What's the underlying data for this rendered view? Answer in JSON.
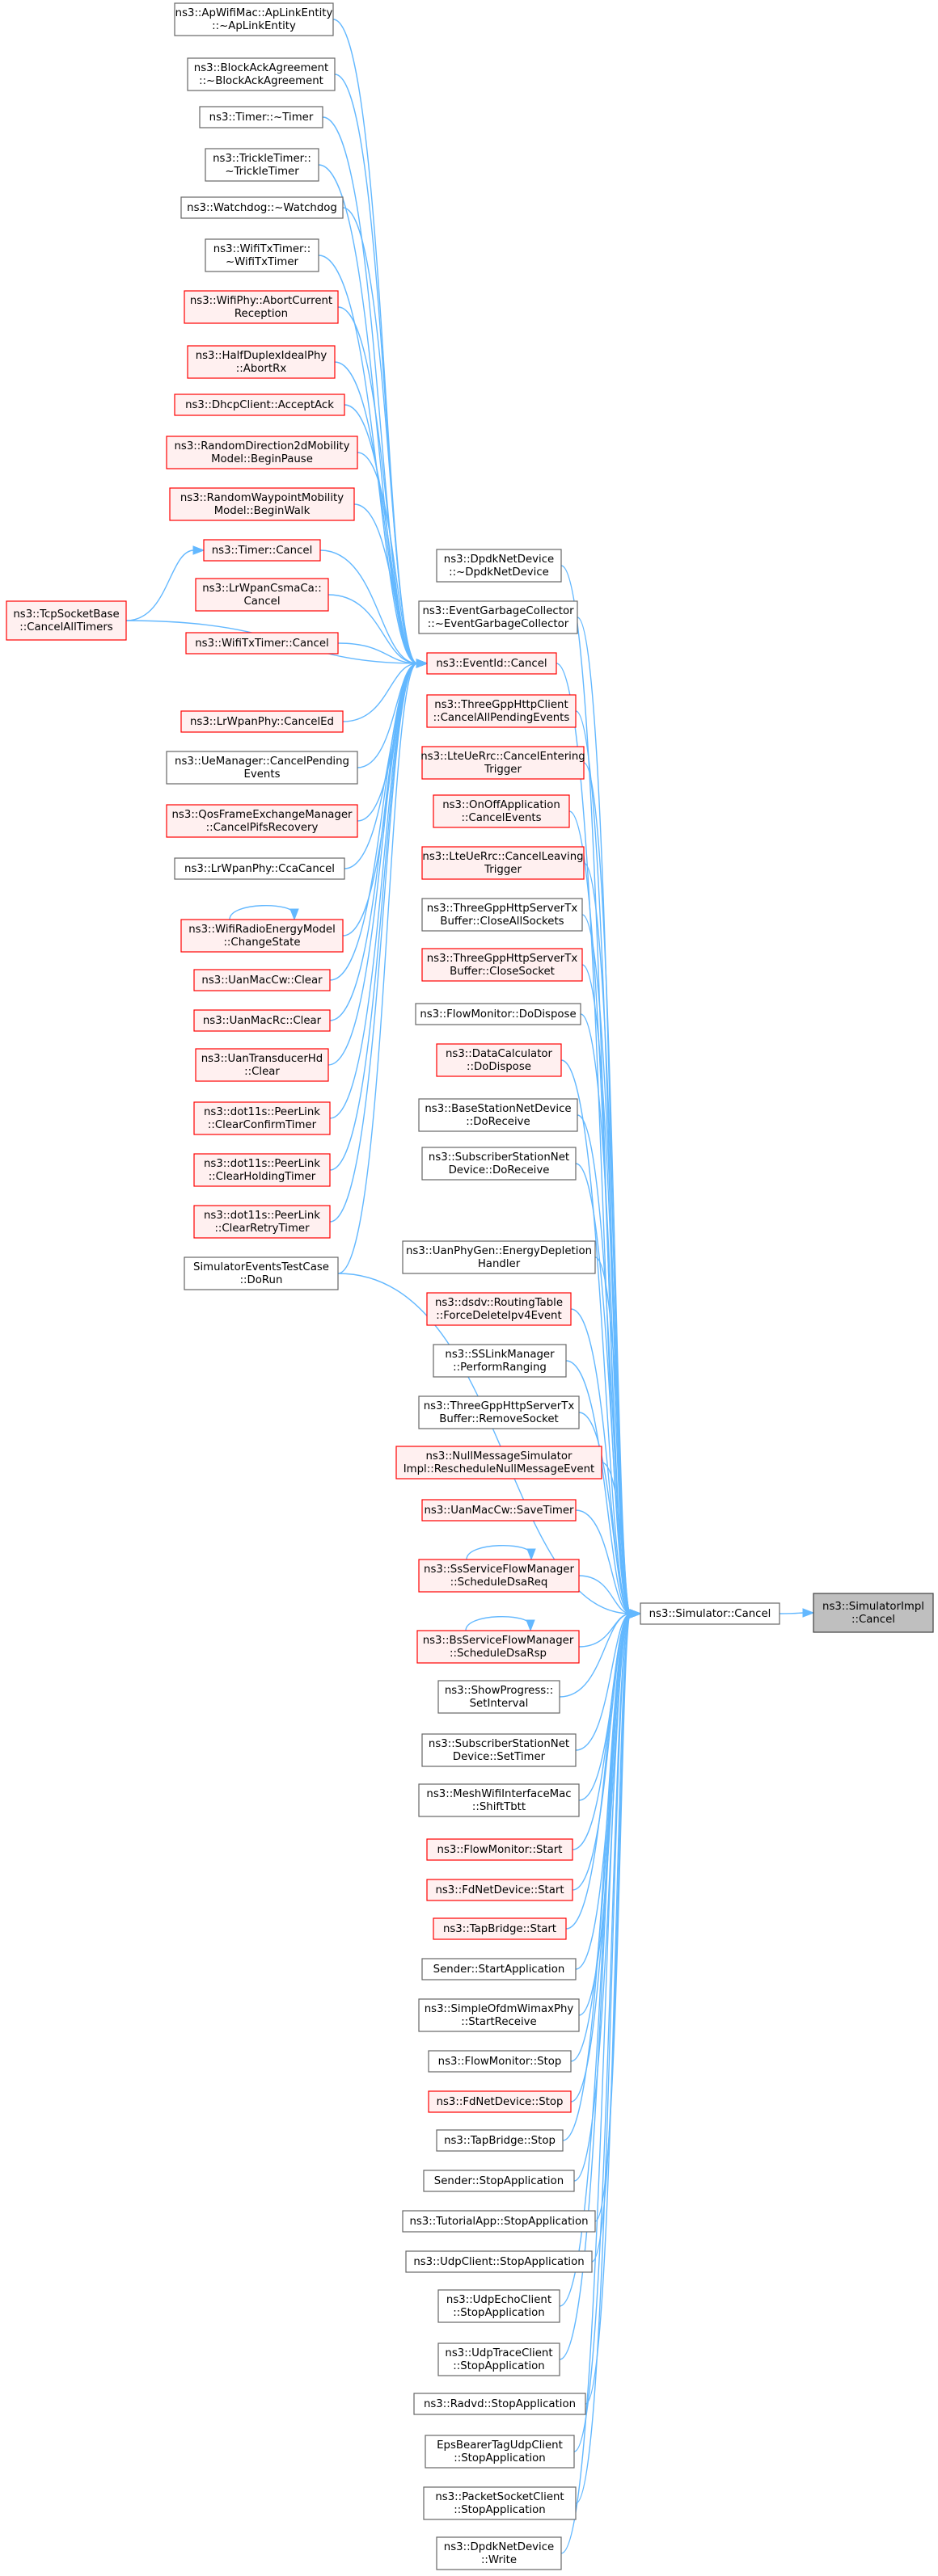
{
  "palette": {
    "edge": "#63b8ff",
    "node_fill": "#ffffff",
    "node_border": "#666666",
    "truncated_fill": "#fff0f0",
    "truncated_border": "#ff0000",
    "root_fill": "#bfbfbf",
    "root_border": "#404040"
  },
  "nodes": [
    {
      "id": "apwifimac",
      "lines": [
        "ns3::ApWifiMac::ApLinkEntity",
        "::~ApLinkEntity"
      ],
      "style": "normal"
    },
    {
      "id": "blockack",
      "lines": [
        "ns3::BlockAckAgreement",
        "::~BlockAckAgreement"
      ],
      "style": "normal"
    },
    {
      "id": "timer-dtor",
      "lines": [
        "ns3::Timer::~Timer"
      ],
      "style": "normal"
    },
    {
      "id": "trickle",
      "lines": [
        "ns3::TrickleTimer::",
        "~TrickleTimer"
      ],
      "style": "normal"
    },
    {
      "id": "watchdog",
      "lines": [
        "ns3::Watchdog::~Watchdog"
      ],
      "style": "normal"
    },
    {
      "id": "wifitxtimer-dtor",
      "lines": [
        "ns3::WifiTxTimer::",
        "~WifiTxTimer"
      ],
      "style": "normal"
    },
    {
      "id": "wifiphy-abort",
      "lines": [
        "ns3::WifiPhy::AbortCurrent",
        "Reception"
      ],
      "style": "truncated"
    },
    {
      "id": "halfduplex",
      "lines": [
        "ns3::HalfDuplexIdealPhy",
        "::AbortRx"
      ],
      "style": "truncated"
    },
    {
      "id": "dhcp",
      "lines": [
        "ns3::DhcpClient::AcceptAck"
      ],
      "style": "truncated"
    },
    {
      "id": "randomdir",
      "lines": [
        "ns3::RandomDirection2dMobility",
        "Model::BeginPause"
      ],
      "style": "truncated"
    },
    {
      "id": "randomway",
      "lines": [
        "ns3::RandomWaypointMobility",
        "Model::BeginWalk"
      ],
      "style": "truncated"
    },
    {
      "id": "timer-cancel",
      "lines": [
        "ns3::Timer::Cancel"
      ],
      "style": "truncated"
    },
    {
      "id": "tcpsocket",
      "lines": [
        "ns3::TcpSocketBase",
        "::CancelAllTimers"
      ],
      "style": "truncated"
    },
    {
      "id": "lrwpancsma",
      "lines": [
        "ns3::LrWpanCsmaCa::",
        "Cancel"
      ],
      "style": "truncated"
    },
    {
      "id": "wifitxtimer-cancel",
      "lines": [
        "ns3::WifiTxTimer::Cancel"
      ],
      "style": "truncated"
    },
    {
      "id": "lrwpanphy-ed",
      "lines": [
        "ns3::LrWpanPhy::CancelEd"
      ],
      "style": "truncated"
    },
    {
      "id": "uemanager",
      "lines": [
        "ns3::UeManager::CancelPending",
        "Events"
      ],
      "style": "normal"
    },
    {
      "id": "qosframe",
      "lines": [
        "ns3::QosFrameExchangeManager",
        "::CancelPifsRecovery"
      ],
      "style": "truncated"
    },
    {
      "id": "lrwpanphy-cca",
      "lines": [
        "ns3::LrWpanPhy::CcaCancel"
      ],
      "style": "normal"
    },
    {
      "id": "wifiradio",
      "lines": [
        "ns3::WifiRadioEnergyModel",
        "::ChangeState"
      ],
      "style": "truncated"
    },
    {
      "id": "uanmaccw-clear",
      "lines": [
        "ns3::UanMacCw::Clear"
      ],
      "style": "truncated"
    },
    {
      "id": "uanmacrc-clear",
      "lines": [
        "ns3::UanMacRc::Clear"
      ],
      "style": "truncated"
    },
    {
      "id": "uantransducer",
      "lines": [
        "ns3::UanTransducerHd",
        "::Clear"
      ],
      "style": "truncated"
    },
    {
      "id": "peerlink-confirm",
      "lines": [
        "ns3::dot11s::PeerLink",
        "::ClearConfirmTimer"
      ],
      "style": "truncated"
    },
    {
      "id": "peerlink-holding",
      "lines": [
        "ns3::dot11s::PeerLink",
        "::ClearHoldingTimer"
      ],
      "style": "truncated"
    },
    {
      "id": "peerlink-retry",
      "lines": [
        "ns3::dot11s::PeerLink",
        "::ClearRetryTimer"
      ],
      "style": "truncated"
    },
    {
      "id": "simevents",
      "lines": [
        "SimulatorEventsTestCase",
        "::DoRun"
      ],
      "style": "normal"
    },
    {
      "id": "eventid-cancel",
      "lines": [
        "ns3::EventId::Cancel"
      ],
      "style": "truncated"
    },
    {
      "id": "dpdk-dtor",
      "lines": [
        "ns3::DpdkNetDevice",
        "::~DpdkNetDevice"
      ],
      "style": "normal"
    },
    {
      "id": "eventgc",
      "lines": [
        "ns3::EventGarbageCollector",
        "::~EventGarbageCollector"
      ],
      "style": "normal"
    },
    {
      "id": "threegpp-client",
      "lines": [
        "ns3::ThreeGppHttpClient",
        "::CancelAllPendingEvents"
      ],
      "style": "truncated"
    },
    {
      "id": "lteuerrc-enter",
      "lines": [
        "ns3::LteUeRrc::CancelEntering",
        "Trigger"
      ],
      "style": "truncated"
    },
    {
      "id": "onoff",
      "lines": [
        "ns3::OnOffApplication",
        "::CancelEvents"
      ],
      "style": "truncated"
    },
    {
      "id": "lteuerrc-leave",
      "lines": [
        "ns3::LteUeRrc::CancelLeaving",
        "Trigger"
      ],
      "style": "truncated"
    },
    {
      "id": "threegpp-closeall",
      "lines": [
        "ns3::ThreeGppHttpServerTx",
        "Buffer::CloseAllSockets"
      ],
      "style": "normal"
    },
    {
      "id": "threegpp-close",
      "lines": [
        "ns3::ThreeGppHttpServerTx",
        "Buffer::CloseSocket"
      ],
      "style": "truncated"
    },
    {
      "id": "flowmon-dispose",
      "lines": [
        "ns3::FlowMonitor::DoDispose"
      ],
      "style": "normal"
    },
    {
      "id": "datacalc",
      "lines": [
        "ns3::DataCalculator",
        "::DoDispose"
      ],
      "style": "truncated"
    },
    {
      "id": "basestation",
      "lines": [
        "ns3::BaseStationNetDevice",
        "::DoReceive"
      ],
      "style": "normal"
    },
    {
      "id": "subscriber-recv",
      "lines": [
        "ns3::SubscriberStationNet",
        "Device::DoReceive"
      ],
      "style": "normal"
    },
    {
      "id": "uanphygen",
      "lines": [
        "ns3::UanPhyGen::EnergyDepletion",
        "Handler"
      ],
      "style": "normal"
    },
    {
      "id": "dsdv",
      "lines": [
        "ns3::dsdv::RoutingTable",
        "::ForceDeleteIpv4Event"
      ],
      "style": "truncated"
    },
    {
      "id": "sslink",
      "lines": [
        "ns3::SSLinkManager",
        "::PerformRanging"
      ],
      "style": "normal"
    },
    {
      "id": "threegpp-remove",
      "lines": [
        "ns3::ThreeGppHttpServerTx",
        "Buffer::RemoveSocket"
      ],
      "style": "normal"
    },
    {
      "id": "nullmsg",
      "lines": [
        "ns3::NullMessageSimulator",
        "Impl::RescheduleNullMessageEvent"
      ],
      "style": "truncated"
    },
    {
      "id": "uanmaccw-save",
      "lines": [
        "ns3::UanMacCw::SaveTimer"
      ],
      "style": "truncated"
    },
    {
      "id": "ssservice",
      "lines": [
        "ns3::SsServiceFlowManager",
        "::ScheduleDsaReq"
      ],
      "style": "truncated"
    },
    {
      "id": "bsservice",
      "lines": [
        "ns3::BsServiceFlowManager",
        "::ScheduleDsaRsp"
      ],
      "style": "truncated"
    },
    {
      "id": "showprogress",
      "lines": [
        "ns3::ShowProgress::",
        "SetInterval"
      ],
      "style": "normal"
    },
    {
      "id": "subscriber-timer",
      "lines": [
        "ns3::SubscriberStationNet",
        "Device::SetTimer"
      ],
      "style": "normal"
    },
    {
      "id": "meshwifi",
      "lines": [
        "ns3::MeshWifiInterfaceMac",
        "::ShiftTbtt"
      ],
      "style": "normal"
    },
    {
      "id": "flowmon-start",
      "lines": [
        "ns3::FlowMonitor::Start"
      ],
      "style": "truncated"
    },
    {
      "id": "fdnet-start",
      "lines": [
        "ns3::FdNetDevice::Start"
      ],
      "style": "truncated"
    },
    {
      "id": "tapbridge-start",
      "lines": [
        "ns3::TapBridge::Start"
      ],
      "style": "truncated"
    },
    {
      "id": "sender-start",
      "lines": [
        "Sender::StartApplication"
      ],
      "style": "normal"
    },
    {
      "id": "simpleofdm",
      "lines": [
        "ns3::SimpleOfdmWimaxPhy",
        "::StartReceive"
      ],
      "style": "normal"
    },
    {
      "id": "flowmon-stop",
      "lines": [
        "ns3::FlowMonitor::Stop"
      ],
      "style": "normal"
    },
    {
      "id": "fdnet-stop",
      "lines": [
        "ns3::FdNetDevice::Stop"
      ],
      "style": "truncated"
    },
    {
      "id": "tapbridge-stop",
      "lines": [
        "ns3::TapBridge::Stop"
      ],
      "style": "normal"
    },
    {
      "id": "sender-stop",
      "lines": [
        "Sender::StopApplication"
      ],
      "style": "normal"
    },
    {
      "id": "tutorialapp",
      "lines": [
        "ns3::TutorialApp::StopApplication"
      ],
      "style": "normal"
    },
    {
      "id": "udpclient",
      "lines": [
        "ns3::UdpClient::StopApplication"
      ],
      "style": "normal"
    },
    {
      "id": "udpecho",
      "lines": [
        "ns3::UdpEchoClient",
        "::StopApplication"
      ],
      "style": "normal"
    },
    {
      "id": "udptrace",
      "lines": [
        "ns3::UdpTraceClient",
        "::StopApplication"
      ],
      "style": "normal"
    },
    {
      "id": "radvd",
      "lines": [
        "ns3::Radvd::StopApplication"
      ],
      "style": "normal"
    },
    {
      "id": "epsbearer",
      "lines": [
        "EpsBearerTagUdpClient",
        "::StopApplication"
      ],
      "style": "normal"
    },
    {
      "id": "packetsocket",
      "lines": [
        "ns3::PacketSocketClient",
        "::StopApplication"
      ],
      "style": "normal"
    },
    {
      "id": "dpdk-write",
      "lines": [
        "ns3::DpdkNetDevice",
        "::Write"
      ],
      "style": "normal"
    },
    {
      "id": "simulator-cancel",
      "lines": [
        "ns3::Simulator::Cancel"
      ],
      "style": "normal"
    },
    {
      "id": "simulatorimpl-cancel",
      "lines": [
        "ns3::SimulatorImpl",
        "::Cancel"
      ],
      "style": "root"
    }
  ],
  "edges": [
    [
      "simulator-cancel",
      "simulatorimpl-cancel"
    ],
    [
      "eventid-cancel",
      "simulator-cancel"
    ],
    [
      "apwifimac",
      "eventid-cancel"
    ],
    [
      "blockack",
      "eventid-cancel"
    ],
    [
      "timer-dtor",
      "eventid-cancel"
    ],
    [
      "trickle",
      "eventid-cancel"
    ],
    [
      "watchdog",
      "eventid-cancel"
    ],
    [
      "wifitxtimer-dtor",
      "eventid-cancel"
    ],
    [
      "wifiphy-abort",
      "eventid-cancel"
    ],
    [
      "halfduplex",
      "eventid-cancel"
    ],
    [
      "dhcp",
      "eventid-cancel"
    ],
    [
      "randomdir",
      "eventid-cancel"
    ],
    [
      "randomway",
      "eventid-cancel"
    ],
    [
      "timer-cancel",
      "eventid-cancel"
    ],
    [
      "tcpsocket",
      "timer-cancel"
    ],
    [
      "tcpsocket",
      "eventid-cancel"
    ],
    [
      "lrwpancsma",
      "eventid-cancel"
    ],
    [
      "wifitxtimer-cancel",
      "eventid-cancel"
    ],
    [
      "lrwpanphy-ed",
      "eventid-cancel"
    ],
    [
      "uemanager",
      "eventid-cancel"
    ],
    [
      "qosframe",
      "eventid-cancel"
    ],
    [
      "lrwpanphy-cca",
      "eventid-cancel"
    ],
    [
      "wifiradio",
      "wifiradio"
    ],
    [
      "wifiradio",
      "eventid-cancel"
    ],
    [
      "uanmaccw-clear",
      "eventid-cancel"
    ],
    [
      "uanmacrc-clear",
      "eventid-cancel"
    ],
    [
      "uantransducer",
      "eventid-cancel"
    ],
    [
      "peerlink-confirm",
      "eventid-cancel"
    ],
    [
      "peerlink-holding",
      "eventid-cancel"
    ],
    [
      "peerlink-retry",
      "eventid-cancel"
    ],
    [
      "simevents",
      "eventid-cancel"
    ],
    [
      "simevents",
      "simulator-cancel"
    ],
    [
      "dpdk-dtor",
      "simulator-cancel"
    ],
    [
      "eventgc",
      "simulator-cancel"
    ],
    [
      "threegpp-client",
      "simulator-cancel"
    ],
    [
      "lteuerrc-enter",
      "simulator-cancel"
    ],
    [
      "onoff",
      "simulator-cancel"
    ],
    [
      "lteuerrc-leave",
      "simulator-cancel"
    ],
    [
      "threegpp-closeall",
      "simulator-cancel"
    ],
    [
      "threegpp-close",
      "simulator-cancel"
    ],
    [
      "flowmon-dispose",
      "simulator-cancel"
    ],
    [
      "datacalc",
      "simulator-cancel"
    ],
    [
      "basestation",
      "simulator-cancel"
    ],
    [
      "subscriber-recv",
      "simulator-cancel"
    ],
    [
      "uanphygen",
      "simulator-cancel"
    ],
    [
      "dsdv",
      "simulator-cancel"
    ],
    [
      "sslink",
      "simulator-cancel"
    ],
    [
      "threegpp-remove",
      "simulator-cancel"
    ],
    [
      "nullmsg",
      "simulator-cancel"
    ],
    [
      "uanmaccw-save",
      "simulator-cancel"
    ],
    [
      "ssservice",
      "ssservice"
    ],
    [
      "ssservice",
      "simulator-cancel"
    ],
    [
      "bsservice",
      "bsservice"
    ],
    [
      "bsservice",
      "simulator-cancel"
    ],
    [
      "showprogress",
      "simulator-cancel"
    ],
    [
      "subscriber-timer",
      "simulator-cancel"
    ],
    [
      "meshwifi",
      "simulator-cancel"
    ],
    [
      "flowmon-start",
      "simulator-cancel"
    ],
    [
      "fdnet-start",
      "simulator-cancel"
    ],
    [
      "tapbridge-start",
      "simulator-cancel"
    ],
    [
      "sender-start",
      "simulator-cancel"
    ],
    [
      "simpleofdm",
      "simulator-cancel"
    ],
    [
      "flowmon-stop",
      "simulator-cancel"
    ],
    [
      "fdnet-stop",
      "simulator-cancel"
    ],
    [
      "tapbridge-stop",
      "simulator-cancel"
    ],
    [
      "sender-stop",
      "simulator-cancel"
    ],
    [
      "tutorialapp",
      "simulator-cancel"
    ],
    [
      "udpclient",
      "simulator-cancel"
    ],
    [
      "udpecho",
      "simulator-cancel"
    ],
    [
      "udptrace",
      "simulator-cancel"
    ],
    [
      "radvd",
      "simulator-cancel"
    ],
    [
      "epsbearer",
      "simulator-cancel"
    ],
    [
      "packetsocket",
      "simulator-cancel"
    ],
    [
      "dpdk-write",
      "simulator-cancel"
    ]
  ]
}
